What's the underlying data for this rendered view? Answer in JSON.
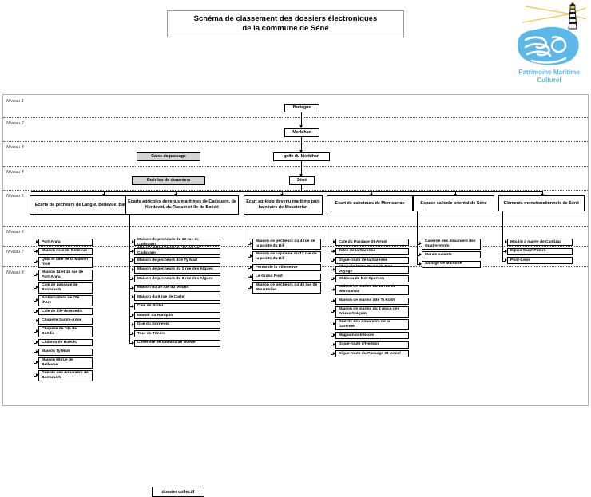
{
  "title": {
    "line1": "Schéma de classement des dossiers électroniques",
    "line2": "de la commune de Séné"
  },
  "logo": {
    "name": "patrimoine-maritime-culturel-logo",
    "line1": "Patrimoine Maritime",
    "line2": "Culturel",
    "accent_color": "#5bb8e8",
    "lighthouse_color": "#1a1a1a",
    "beam_color": "#e8c84a"
  },
  "levels": [
    {
      "label": "Niveau 1"
    },
    {
      "label": "Niveau 2"
    },
    {
      "label": "Niveau 3"
    },
    {
      "label": "Niveau 4"
    },
    {
      "label": "Niveau 5"
    },
    {
      "label": "Niveau 6"
    },
    {
      "label": "Niveau 7"
    },
    {
      "label": "Niveau 8"
    }
  ],
  "spine": {
    "level1": "Bretagne",
    "level2": "Morbihan",
    "level3": "golfe du Morbihan",
    "level4": "Séné"
  },
  "side_nodes": {
    "cales": "Cales de passage",
    "guerites": "Guérites de douaniers"
  },
  "legend": {
    "label": "dossier collectif"
  },
  "columns": [
    {
      "header": "Ecarts de pêcheurs de Langle, Bellevue, Barrarac'h et île de Boëdic",
      "items": [
        "Port-Anna",
        "Maison rose de Bellevue",
        "Quai et cale de la Maison rose",
        "Maison 14 et 16 rue de Port-Anna",
        "Cale de passage de Barrarac'h",
        "Embarcadère de l'île d'Arz",
        "Cale de l'île de Boëdic",
        "Chapelle Sainte-Anne",
        "Chapelle de l'île de Boëdic",
        "Château de Boëdic",
        "Maison Ty Mam",
        "Maison 69 rue de Bellevue",
        "Guérite des douaniers de Barrarac'h"
      ]
    },
    {
      "header": "Ecarts agricoles devenus maritimes de Cadouarn, de Kerdavid, du Raquin et île de Boëdé",
      "items": [
        "Maison de pêcheurs du 18 rue de Cadouarn",
        "Maison de pêcheurs du 30 rue de Cadouarn",
        "Maison de pêcheurs dite Ty Mad",
        "Maison de pêcheurs du 2 rue des Algues",
        "Maison de pêcheurs du 8 rue des Algues",
        "Maison du 39 rue du Moulin",
        "Maison du 9 rue de Cartel",
        "Cale de Badel",
        "Manoir du Ranquin",
        "Gué du Gornevez",
        "Tour de Ténéro",
        "Cimetière de bateaux de Boëdé"
      ]
    },
    {
      "header": "Ecart agricole devenu maritime puis balnéaire de Moustérian",
      "items": [
        "Maison de pêcheurs du 4 rue de la pointe du Bill",
        "Maison de capitaine du 12 rue de la pointe du Bill",
        "Ferme de la Villeneuve",
        "Le Grand Pont",
        "Maison de pêcheurs du 45 rue de Moustérian"
      ]
    },
    {
      "header": "Ecart de caboteurs de Montsarrac",
      "items": [
        "Cale du Passage St-Armel",
        "Jetée de la Garenne",
        "Digue-route de la Garenne",
        "Chapelle Notre-Dame de Bon Voyage",
        "Château de Bot-Spernen",
        "Maison de marins du 13 rue de Montsarrac",
        "Maison de marins dite Ti Kozh",
        "Maison de marins du 4 place des Frères Grégam",
        "Guérite des douaniers de la Garenne",
        "Magasin ostréicole",
        "Digue-route d'Herbon",
        "Digue-route du Passage St-Armel"
      ]
    },
    {
      "header": "Espace salicole oriental de Séné",
      "items": [
        "Caserne des douaniers des Quatre-Vents",
        "Marais salants",
        "Salorge de Michotte"
      ]
    },
    {
      "header": "Eléments monofonctionnels de Séné",
      "items": [
        "Moulin à marée de Cantizac",
        "Eglise Saint-Patern",
        "Pont-Lisse"
      ]
    }
  ]
}
